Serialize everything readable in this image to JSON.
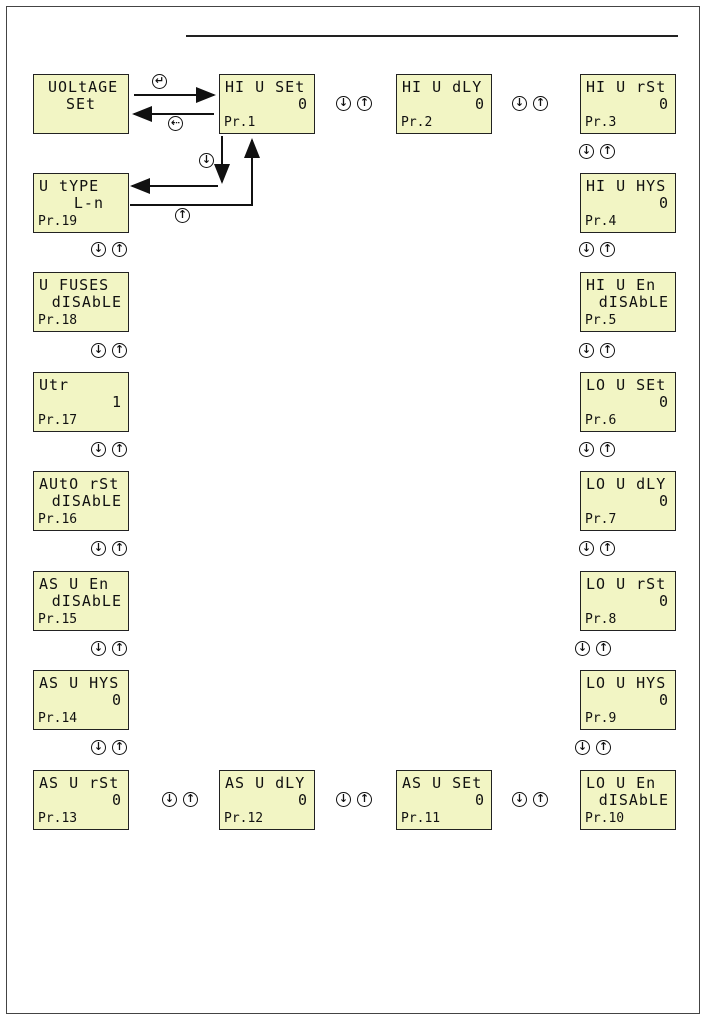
{
  "icons": {
    "down": "↓",
    "up": "↑",
    "enter": "↵",
    "back": "⇠"
  },
  "screens": [
    {
      "id": "voltage-set",
      "l1": "UOLtAGE",
      "l2": "SEt",
      "l3": ""
    },
    {
      "id": "pr1",
      "l1": "HI U SEt",
      "l2": "0",
      "l3": "Pr.1"
    },
    {
      "id": "pr2",
      "l1": "HI U dLY",
      "l2": "0",
      "l3": "Pr.2"
    },
    {
      "id": "pr3",
      "l1": "HI U rSt",
      "l2": "0",
      "l3": "Pr.3"
    },
    {
      "id": "pr4",
      "l1": "HI U HYS",
      "l2": "0",
      "l3": "Pr.4"
    },
    {
      "id": "pr5",
      "l1": "HI U En",
      "l2": "dISAbLE",
      "l3": "Pr.5"
    },
    {
      "id": "pr6",
      "l1": "LO U SEt",
      "l2": "0",
      "l3": "Pr.6"
    },
    {
      "id": "pr7",
      "l1": "LO U dLY",
      "l2": "0",
      "l3": "Pr.7"
    },
    {
      "id": "pr8",
      "l1": "LO U rSt",
      "l2": "0",
      "l3": "Pr.8"
    },
    {
      "id": "pr9",
      "l1": "LO U HYS",
      "l2": "0",
      "l3": "Pr.9"
    },
    {
      "id": "pr10",
      "l1": "LO U En",
      "l2": "dISAbLE",
      "l3": "Pr.10"
    },
    {
      "id": "pr11",
      "l1": "AS U SEt",
      "l2": "0",
      "l3": "Pr.11"
    },
    {
      "id": "pr12",
      "l1": "AS U dLY",
      "l2": "0",
      "l3": "Pr.12"
    },
    {
      "id": "pr13",
      "l1": "AS U rSt",
      "l2": "0",
      "l3": "Pr.13"
    },
    {
      "id": "pr14",
      "l1": "AS U HYS",
      "l2": "0",
      "l3": "Pr.14"
    },
    {
      "id": "pr15",
      "l1": "AS U En",
      "l2": "dISAbLE",
      "l3": "Pr.15"
    },
    {
      "id": "pr16",
      "l1": "AUtO rSt",
      "l2": "dISAbLE",
      "l3": "Pr.16"
    },
    {
      "id": "pr17",
      "l1": "Utr",
      "l2": "1",
      "l3": "Pr.17"
    },
    {
      "id": "pr18",
      "l1": "U FUSES",
      "l2": "dISAbLE",
      "l3": "Pr.18"
    },
    {
      "id": "pr19",
      "l1": "U tYPE",
      "l2": "L-n",
      "l3": "Pr.19"
    }
  ]
}
